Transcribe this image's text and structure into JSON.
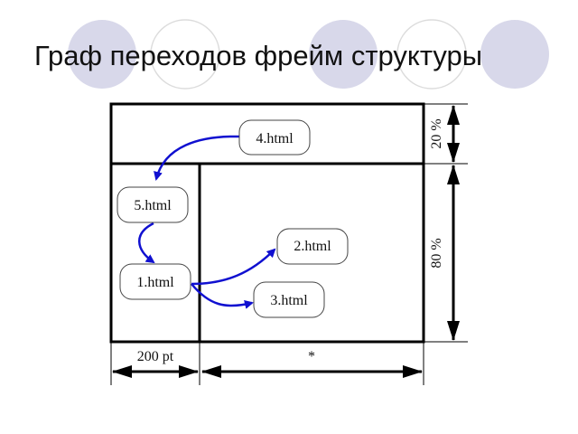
{
  "slide": {
    "title": "Граф переходов фрейм структуры",
    "accent_color": "#d8d8ea"
  },
  "diagram": {
    "nodes": [
      {
        "id": "4",
        "label": "4.html"
      },
      {
        "id": "5",
        "label": "5.html"
      },
      {
        "id": "2",
        "label": "2.html"
      },
      {
        "id": "1",
        "label": "1.html"
      },
      {
        "id": "3",
        "label": "3.html"
      }
    ],
    "edges": [
      {
        "from": "4",
        "to": "5"
      },
      {
        "from": "5",
        "to": "1"
      },
      {
        "from": "1",
        "to": "2"
      },
      {
        "from": "1",
        "to": "3"
      }
    ],
    "dimensions": {
      "top_row": "20 %",
      "bottom_row": "80 %",
      "left_col": "200 pt",
      "right_col": "*"
    },
    "edge_color": "#1010d0"
  }
}
